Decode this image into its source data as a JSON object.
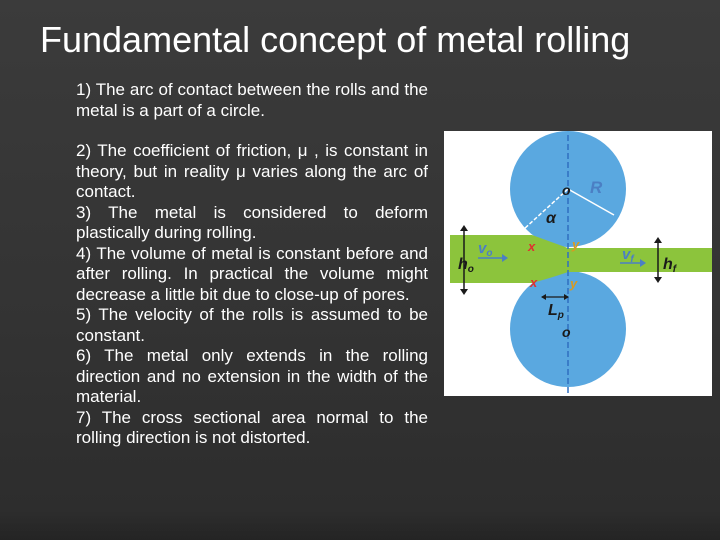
{
  "slide": {
    "title": "Fundamental concept of metal rolling",
    "points": [
      "1) The arc of contact between the rolls and the metal is a part of a circle.",
      "2) The coefficient of friction, μ , is constant in theory, but in reality μ varies along the arc of contact.",
      "3) The metal is considered to deform plastically during rolling.",
      "4) The volume of metal is constant before and after rolling. In practical the volume might decrease a little bit due to close-up of pores.",
      "5) The velocity of the rolls is assumed to be constant.",
      "6) The metal only extends in the rolling direction and no extension in the width of the material.",
      "7) The cross sectional area normal to the rolling direction is not distorted."
    ]
  },
  "figure": {
    "colors": {
      "roll": "#5aa8e0",
      "roll_edge": "#3d8fd0",
      "strip": "#8cc43c",
      "label_blue": "#4b7fc4",
      "label_black": "#1a1a1a",
      "point_x": "#e03030",
      "point_y": "#d89a20"
    },
    "labels": {
      "radius": "R",
      "angle": "α",
      "v_in": "v",
      "v_in_sub": "o",
      "v_out": "v",
      "v_out_sub": "f",
      "h_in": "h",
      "h_in_sub": "o",
      "h_out": "h",
      "h_out_sub": "f",
      "point_x_top": "x",
      "point_y_top": "y",
      "point_x_bot": "x",
      "point_y_bot": "y",
      "length": "L",
      "length_sub": "p"
    }
  }
}
